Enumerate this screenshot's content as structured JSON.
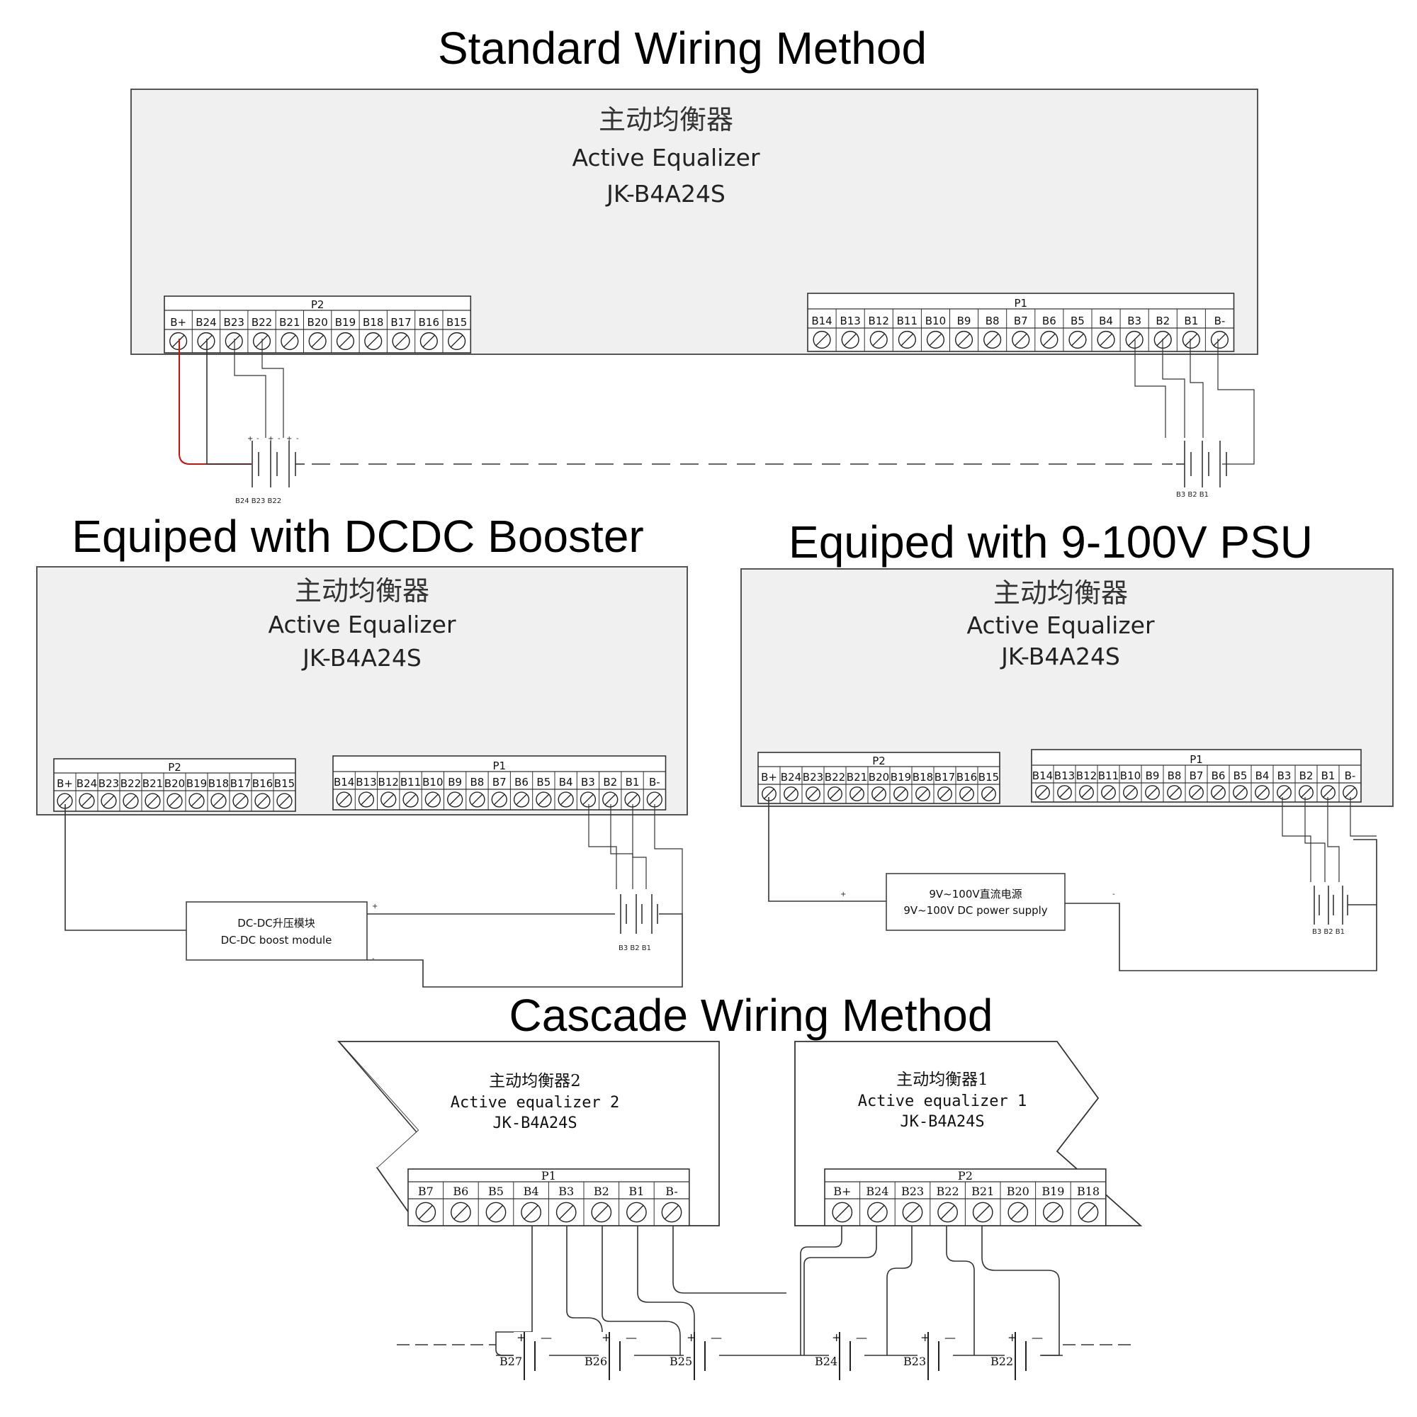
{
  "titles": {
    "standard": "Standard Wiring Method",
    "dcdc": "Equiped with DCDC Booster",
    "psu": "Equiped with 9-100V PSU",
    "cascade": "Cascade Wiring Method"
  },
  "device": {
    "name_cn": "主动均衡器",
    "name_en": "Active Equalizer",
    "model": "JK-B4A24S"
  },
  "cascade_devices": {
    "dev2": {
      "name_cn": "主动均衡器2",
      "name_en": "Active equalizer 2",
      "model": "JK-B4A24S"
    },
    "dev1": {
      "name_cn": "主动均衡器1",
      "name_en": "Active equalizer 1",
      "model": "JK-B4A24S"
    }
  },
  "connectors": {
    "p2_label": "P2",
    "p1_label": "P1",
    "p2_terminals": [
      "B+",
      "B24",
      "B23",
      "B22",
      "B21",
      "B20",
      "B19",
      "B18",
      "B17",
      "B16",
      "B15"
    ],
    "p1_terminals": [
      "B14",
      "B13",
      "B12",
      "B11",
      "B10",
      "B9",
      "B8",
      "B7",
      "B6",
      "B5",
      "B4",
      "B3",
      "B2",
      "B1",
      "B-"
    ]
  },
  "cascade_connectors": {
    "p1_terminals": [
      "B7",
      "B6",
      "B5",
      "B4",
      "B3",
      "B2",
      "B1",
      "B-"
    ],
    "p2_terminals": [
      "B+",
      "B24",
      "B23",
      "B22",
      "B21",
      "B20",
      "B19",
      "B18"
    ]
  },
  "battery_labels": {
    "left": "B24  B23  B22",
    "right": "B3  B2  B1"
  },
  "polarity": {
    "plus": "+",
    "minus": "-"
  },
  "cascade_cells": [
    "B27",
    "B26",
    "B25",
    "B24",
    "B23",
    "B22"
  ],
  "dcdc_module": {
    "cn": "DC-DC升压模块",
    "en": "DC-DC boost module"
  },
  "psu_module": {
    "cn": "9V~100V直流电源",
    "en": "9V~100V DC power supply"
  }
}
